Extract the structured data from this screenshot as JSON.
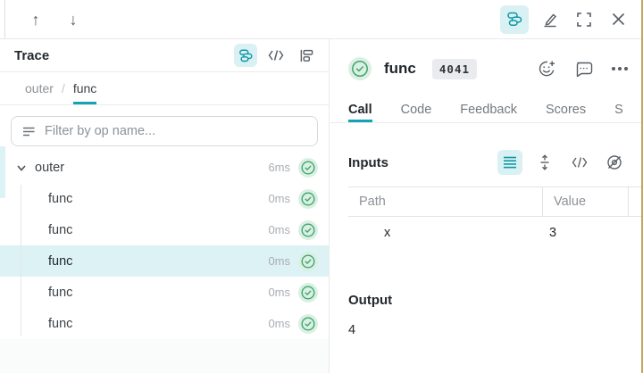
{
  "colors": {
    "accent_teal": "#0e97a5",
    "teal_highlight_bg": "#d9f1f3",
    "selected_row_bg": "#ddf2f4",
    "tab_underline": "#14a3b5",
    "success_green": "#42a471",
    "success_green_bg": "#d9f0e2",
    "border": "#e7e9eb",
    "gold_edge": "#c0a764"
  },
  "topbar": {
    "icons": [
      "arrow-up",
      "arrow-down",
      "stack-view (active)",
      "edit-pencil",
      "fullscreen",
      "close"
    ]
  },
  "trace_panel": {
    "title": "Trace",
    "header_icons": [
      "tree-view (active)",
      "code-view",
      "flame-view"
    ],
    "breadcrumb": {
      "items": [
        "outer",
        "func"
      ],
      "separator": "/",
      "current": "func"
    },
    "filter_placeholder": "Filter by op name...",
    "tree": [
      {
        "label": "outer",
        "duration": "6ms",
        "depth": 0,
        "expandable": true,
        "selected": false,
        "status": "success"
      },
      {
        "label": "func",
        "duration": "0ms",
        "depth": 1,
        "expandable": false,
        "selected": false,
        "status": "success"
      },
      {
        "label": "func",
        "duration": "0ms",
        "depth": 1,
        "expandable": false,
        "selected": false,
        "status": "success"
      },
      {
        "label": "func",
        "duration": "0ms",
        "depth": 1,
        "expandable": false,
        "selected": true,
        "status": "success"
      },
      {
        "label": "func",
        "duration": "0ms",
        "depth": 1,
        "expandable": false,
        "selected": false,
        "status": "success"
      },
      {
        "label": "func",
        "duration": "0ms",
        "depth": 1,
        "expandable": false,
        "selected": false,
        "status": "success"
      }
    ]
  },
  "call_panel": {
    "status": "success",
    "title": "func",
    "badge": "4041",
    "action_icons": [
      "add-reaction",
      "comment",
      "more-options"
    ],
    "tabs": [
      {
        "label": "Call",
        "active": true
      },
      {
        "label": "Code",
        "active": false
      },
      {
        "label": "Feedback",
        "active": false
      },
      {
        "label": "Scores",
        "active": false
      },
      {
        "label": "S",
        "active": false
      }
    ],
    "inputs": {
      "heading": "Inputs",
      "toolbar_icons": [
        "list-view (active)",
        "expand-vertical",
        "code-view",
        "hide-eye"
      ],
      "table": {
        "columns": [
          "Path",
          "Value"
        ],
        "rows": [
          [
            "x",
            "3"
          ]
        ]
      }
    },
    "output": {
      "heading": "Output",
      "value": "4"
    }
  }
}
